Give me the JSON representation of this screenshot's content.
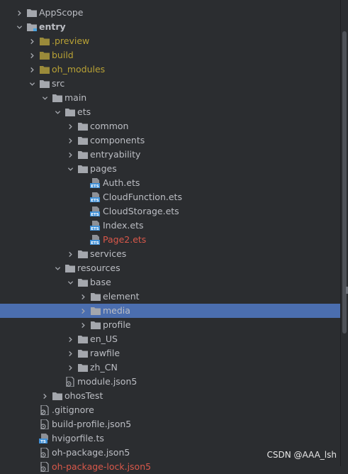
{
  "tree": [
    {
      "name": "AppScope",
      "expandable": true,
      "expanded": false,
      "icon": "folder-icon",
      "style": "normal"
    },
    {
      "name": "entry",
      "expandable": true,
      "expanded": true,
      "icon": "module-folder-icon",
      "style": "bold"
    },
    {
      "name": ".preview",
      "expandable": true,
      "expanded": false,
      "icon": "excluded-folder-icon",
      "style": "excluded"
    },
    {
      "name": "build",
      "expandable": true,
      "expanded": false,
      "icon": "excluded-folder-icon",
      "style": "excluded"
    },
    {
      "name": "oh_modules",
      "expandable": true,
      "expanded": false,
      "icon": "excluded-folder-icon",
      "style": "excluded"
    },
    {
      "name": "src",
      "expandable": true,
      "expanded": true,
      "icon": "folder-icon",
      "style": "normal"
    },
    {
      "name": "main",
      "expandable": true,
      "expanded": true,
      "icon": "folder-icon",
      "style": "normal"
    },
    {
      "name": "ets",
      "expandable": true,
      "expanded": true,
      "icon": "folder-icon",
      "style": "normal"
    },
    {
      "name": "common",
      "expandable": true,
      "expanded": false,
      "icon": "folder-icon",
      "style": "normal"
    },
    {
      "name": "components",
      "expandable": true,
      "expanded": false,
      "icon": "folder-icon",
      "style": "normal"
    },
    {
      "name": "entryability",
      "expandable": true,
      "expanded": false,
      "icon": "folder-icon",
      "style": "normal"
    },
    {
      "name": "pages",
      "expandable": true,
      "expanded": true,
      "icon": "folder-icon",
      "style": "normal"
    },
    {
      "name": "Auth.ets",
      "expandable": false,
      "icon": "ets-file-icon",
      "style": "normal"
    },
    {
      "name": "CloudFunction.ets",
      "expandable": false,
      "icon": "ets-file-icon",
      "style": "normal"
    },
    {
      "name": "CloudStorage.ets",
      "expandable": false,
      "icon": "ets-file-icon",
      "style": "normal"
    },
    {
      "name": "Index.ets",
      "expandable": false,
      "icon": "ets-file-icon",
      "style": "normal"
    },
    {
      "name": "Page2.ets",
      "expandable": false,
      "icon": "ets-file-icon",
      "style": "modified"
    },
    {
      "name": "services",
      "expandable": true,
      "expanded": false,
      "icon": "folder-icon",
      "style": "normal"
    },
    {
      "name": "resources",
      "expandable": true,
      "expanded": true,
      "icon": "folder-icon",
      "style": "normal"
    },
    {
      "name": "base",
      "expandable": true,
      "expanded": true,
      "icon": "folder-icon",
      "style": "normal"
    },
    {
      "name": "element",
      "expandable": true,
      "expanded": false,
      "icon": "folder-icon",
      "style": "normal"
    },
    {
      "name": "media",
      "expandable": true,
      "expanded": false,
      "icon": "folder-icon",
      "style": "normal",
      "selected": true
    },
    {
      "name": "profile",
      "expandable": true,
      "expanded": false,
      "icon": "folder-icon",
      "style": "normal"
    },
    {
      "name": "en_US",
      "expandable": true,
      "expanded": false,
      "icon": "folder-icon",
      "style": "normal"
    },
    {
      "name": "rawfile",
      "expandable": true,
      "expanded": false,
      "icon": "folder-icon",
      "style": "normal"
    },
    {
      "name": "zh_CN",
      "expandable": true,
      "expanded": false,
      "icon": "folder-icon",
      "style": "normal"
    },
    {
      "name": "module.json5",
      "expandable": false,
      "icon": "json5-config-icon",
      "style": "normal"
    },
    {
      "name": "ohosTest",
      "expandable": true,
      "expanded": false,
      "icon": "folder-icon",
      "style": "normal"
    },
    {
      "name": ".gitignore",
      "expandable": false,
      "icon": "gitignore-file-icon",
      "style": "normal"
    },
    {
      "name": "build-profile.json5",
      "expandable": false,
      "icon": "json5-config-icon",
      "style": "normal"
    },
    {
      "name": "hvigorfile.ts",
      "expandable": false,
      "icon": "ts-file-icon",
      "style": "normal"
    },
    {
      "name": "oh-package.json5",
      "expandable": false,
      "icon": "json5-config-icon",
      "style": "normal"
    },
    {
      "name": "oh-package-lock.json5",
      "expandable": false,
      "icon": "json5-config-icon",
      "style": "modified"
    }
  ],
  "watermark": "CSDN @AAA_lsh",
  "colors": {
    "background": "#2b2d30",
    "selection": "#4b6eaf",
    "excluded_text": "#b8a135",
    "modified_text": "#d9584a",
    "folder": "#a4a7ad",
    "ets_badge": "#3f8fd6"
  }
}
